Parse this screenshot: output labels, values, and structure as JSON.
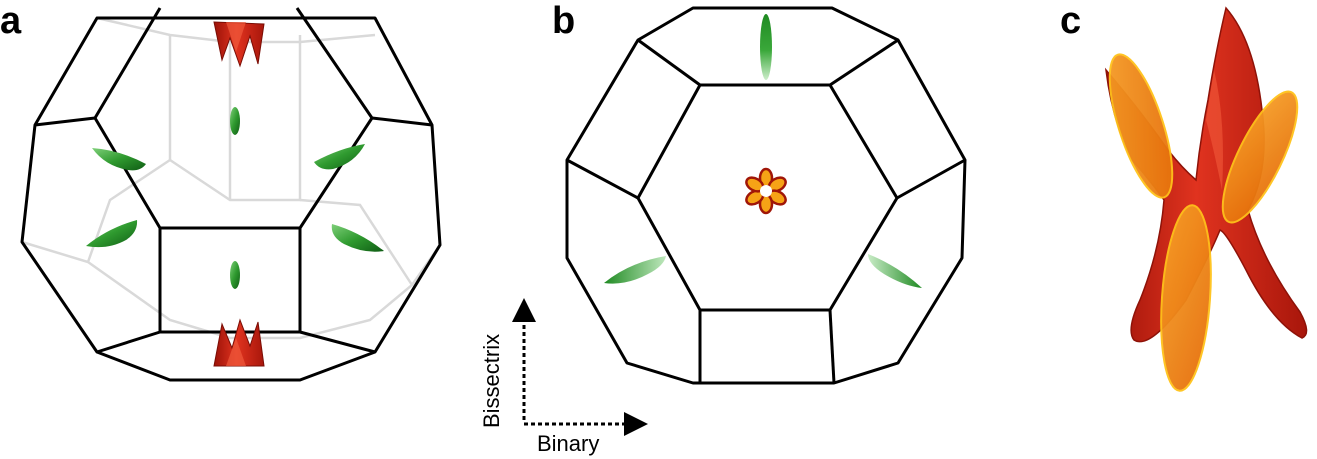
{
  "panels": {
    "a": {
      "label": "a"
    },
    "b": {
      "label": "b"
    },
    "c": {
      "label": "c"
    }
  },
  "axes": {
    "vertical_label": "Bissectrix",
    "horizontal_label": "Binary"
  },
  "colors": {
    "edge": "#000000",
    "hidden_edge": "#d9d9d9",
    "electron_pocket": "#2f9a2f",
    "hole_pocket": "#d42a1c",
    "hole_highlight": "#f08a10",
    "highlight_outline": "#ffc21a"
  }
}
